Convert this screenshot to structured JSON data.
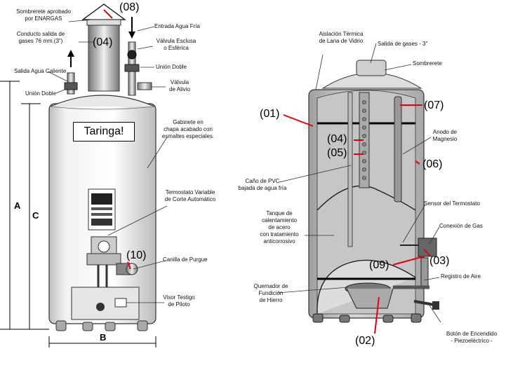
{
  "left_heater": {
    "labels": {
      "sombrerete": "Sombrerete aprobado\npor ENARGAS",
      "conducto": "Conducto salida de\ngases 76 mm.(3\")",
      "salida_caliente": "Salida Agua Caliente",
      "union_doble_left": "Unión Doble",
      "entrada_fria": "Entrada Agua Fría",
      "valvula_esclusa": "Válvula Esclusa\no Esférica",
      "union_doble_right": "Unión Doble",
      "valvula_alivio": "Válvula\nde Alivio",
      "gabinete": "Gabinete en\nchapa acabado con\nesmaltes especiales.",
      "termostato": "Termostato Variable\nde Corte Automático",
      "canilla": "Canilla de Purgue",
      "visor": "Visor Testigo\nde Piloto"
    },
    "numbers": {
      "n08": "(08)",
      "n04": "(04)",
      "n10": "(10)"
    },
    "dims": {
      "A": "A",
      "B": "B",
      "C": "C"
    },
    "watermark": "Taringa!"
  },
  "right_heater": {
    "labels": {
      "aislacion": "Aislación Térmica\nde Lana de Vidrio",
      "salida_gases": "Salida de gases - 3\"",
      "sombrerete": "Sombrerete",
      "anodo": "Anodo de\nMagnesio",
      "cano_pvc": "Caño de PVC\nbajada de agua fría",
      "sensor": "Sensor del Termostato",
      "conexion_gas": "Conexión de Gas",
      "tanque": "Tanque de\ncalentamiento\nde acero\ncon tratamiento\nanticorrosivo",
      "registro_aire": "Registro de Aire",
      "quemador": "Quemador de\nFundición\nde Hierro",
      "boton": "Botón de Encendido\n- Piezoeléctrico -"
    },
    "numbers": {
      "n01": "(01)",
      "n04": "(04)",
      "n05": "(05)",
      "n07": "(07)",
      "n06": "(06)",
      "n09": "(09)",
      "n03": "(03)",
      "n02": "(02)"
    }
  },
  "colors": {
    "marker": "#e8000b",
    "outline": "#333333",
    "tank_fill": "#d2d2d2",
    "cutaway_fill": "#c4c4c4"
  }
}
